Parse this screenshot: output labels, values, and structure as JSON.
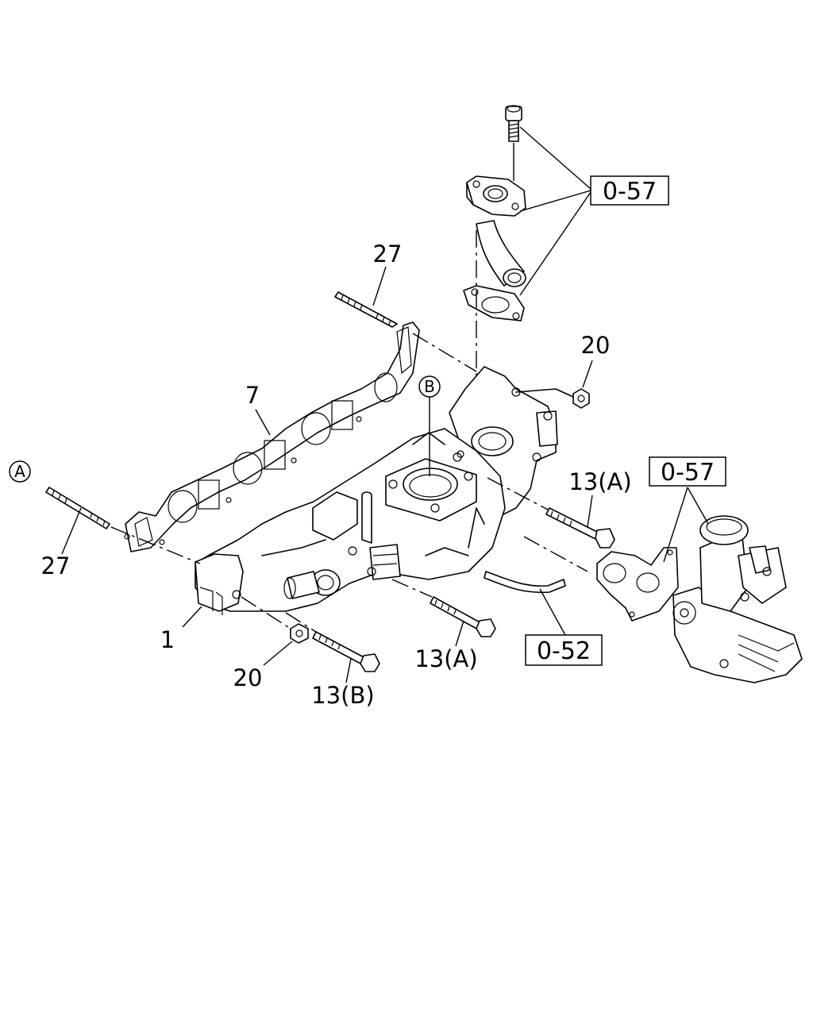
{
  "callouts": {
    "c27_top": "27",
    "c27_left": "27",
    "c7": "7",
    "c1": "1",
    "c20_top": "20",
    "c20_bottom": "20",
    "c13a_right": "13(A)",
    "c13a_bottom": "13(A)",
    "c13b": "13(B)"
  },
  "references": {
    "ref_057_top": "0-57",
    "ref_057_right": "0-57",
    "ref_052": "0-52"
  },
  "markers": {
    "marker_a": "A",
    "marker_b": "B"
  },
  "colors": {
    "ink": "#000000",
    "paper": "#ffffff"
  }
}
